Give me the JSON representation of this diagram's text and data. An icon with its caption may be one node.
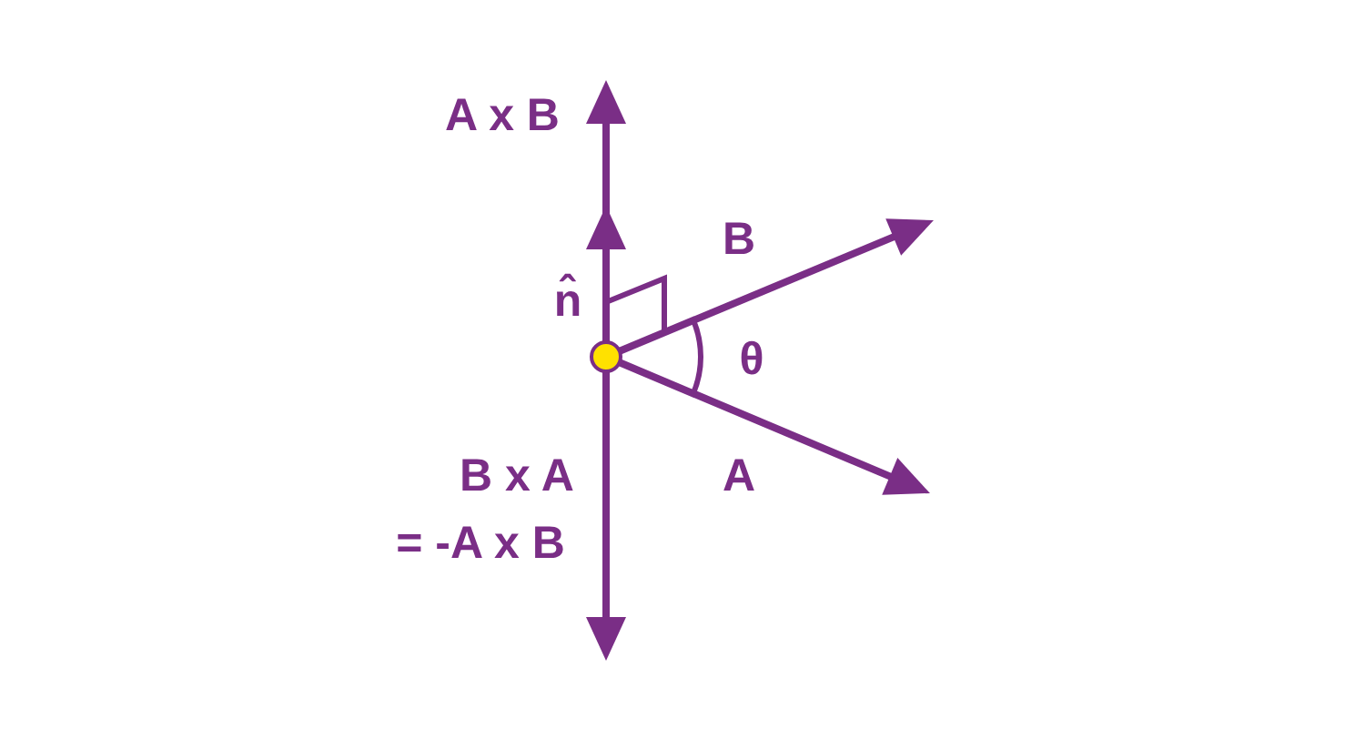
{
  "diagram": {
    "labels": [
      "A x B",
      "B",
      "n̂",
      "θ",
      "B x A",
      "A",
      "= -A x B"
    ]
  }
}
